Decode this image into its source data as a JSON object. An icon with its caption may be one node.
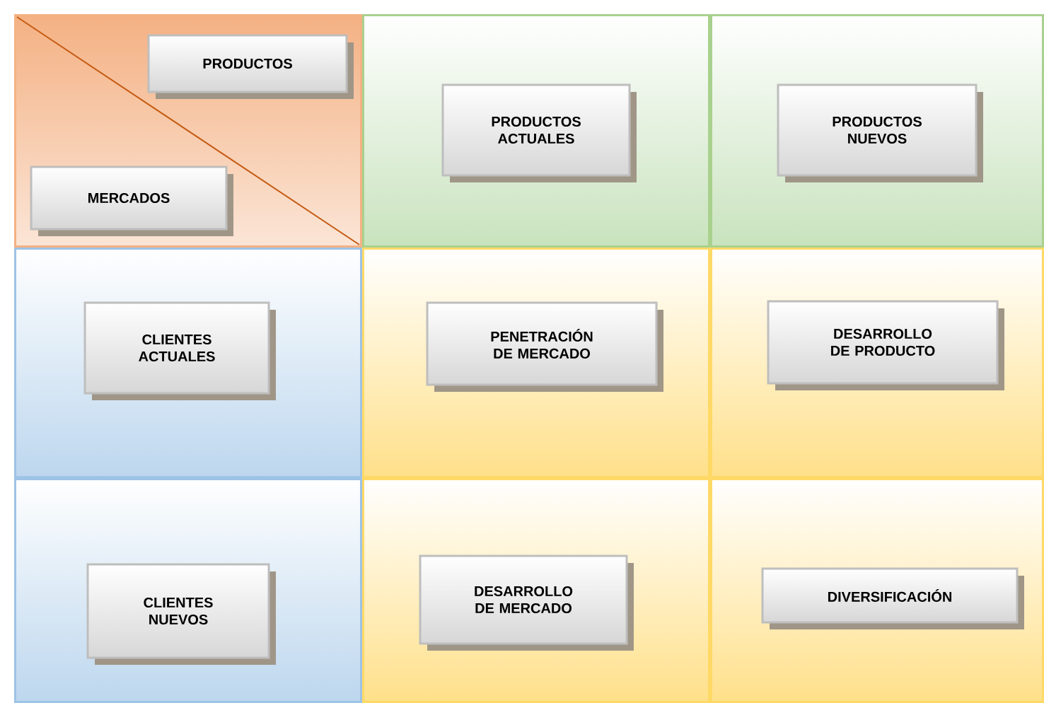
{
  "diagram": {
    "nodes": [
      {
        "text": [],
        "shape": "box"
      },
      {
        "text": [
          "PRODUCTOS"
        ],
        "in": 0
      },
      {
        "text": [
          "MERCADOS"
        ],
        "in": 0
      },
      {
        "text": [],
        "shape": "box"
      },
      {
        "text": [
          "PRODUCTOS ACTUALES"
        ],
        "in": 3
      },
      {
        "text": [],
        "shape": "box"
      },
      {
        "text": [
          "PRODUCTOS NUEVOS"
        ],
        "in": 5
      },
      {
        "text": [],
        "shape": "box"
      },
      {
        "text": [
          "CLIENTES ACTUALES"
        ],
        "in": 7
      },
      {
        "text": [],
        "shape": "box"
      },
      {
        "text": [
          "PENETRACIÓN DE MERCADO"
        ],
        "in": 9
      },
      {
        "text": [],
        "shape": "box"
      },
      {
        "text": [
          "DESARROLLO DE PRODUCTO"
        ],
        "in": 11
      },
      {
        "text": [],
        "shape": "box"
      },
      {
        "text": [
          "CLIENTES NUEVOS"
        ],
        "in": 13
      },
      {
        "text": [],
        "shape": "box"
      },
      {
        "text": [
          "DESARROLLO DE MERCADO"
        ],
        "in": 15
      },
      {
        "text": [],
        "shape": "box"
      },
      {
        "text": [
          "DIVERSIFICACIÓN"
        ],
        "in": 17
      }
    ]
  }
}
